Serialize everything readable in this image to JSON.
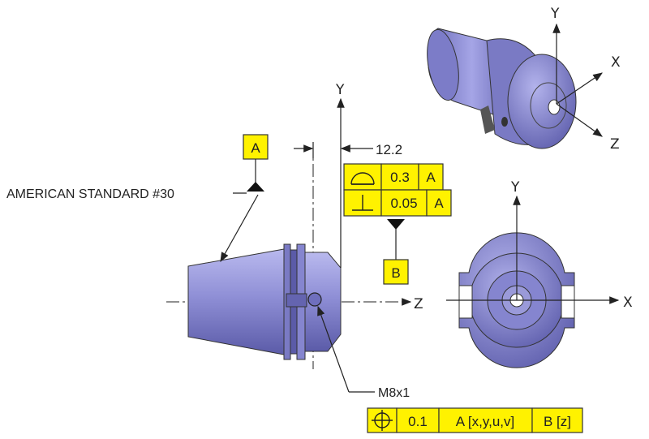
{
  "datum_a": {
    "letter": "A"
  },
  "datum_b": {
    "letter": "B"
  },
  "standard_label": "AMERICAN STANDARD #30",
  "dimension": "12.2",
  "profile_fcf": {
    "symbol": "profile-surface-icon",
    "tolerance": "0.3",
    "datum": "A"
  },
  "perp_fcf": {
    "symbol": "perpendicularity-icon",
    "tolerance": "0.05",
    "datum": "A"
  },
  "thread_label": "M8x1",
  "position_fcf": {
    "symbol": "position-icon",
    "tolerance": "0.1",
    "datum1": "A [x,y,u,v]",
    "datum2": "B [z]"
  },
  "axes": {
    "side_view": {
      "y": "Y",
      "z": "Z"
    },
    "end_view": {
      "y": "Y",
      "x": "X"
    },
    "iso_view": {
      "y": "Y",
      "x": "X",
      "z": "Z"
    }
  },
  "colors": {
    "part": "#8f8fd6",
    "part_dark": "#5b5ba8",
    "highlight": "#fff200"
  }
}
